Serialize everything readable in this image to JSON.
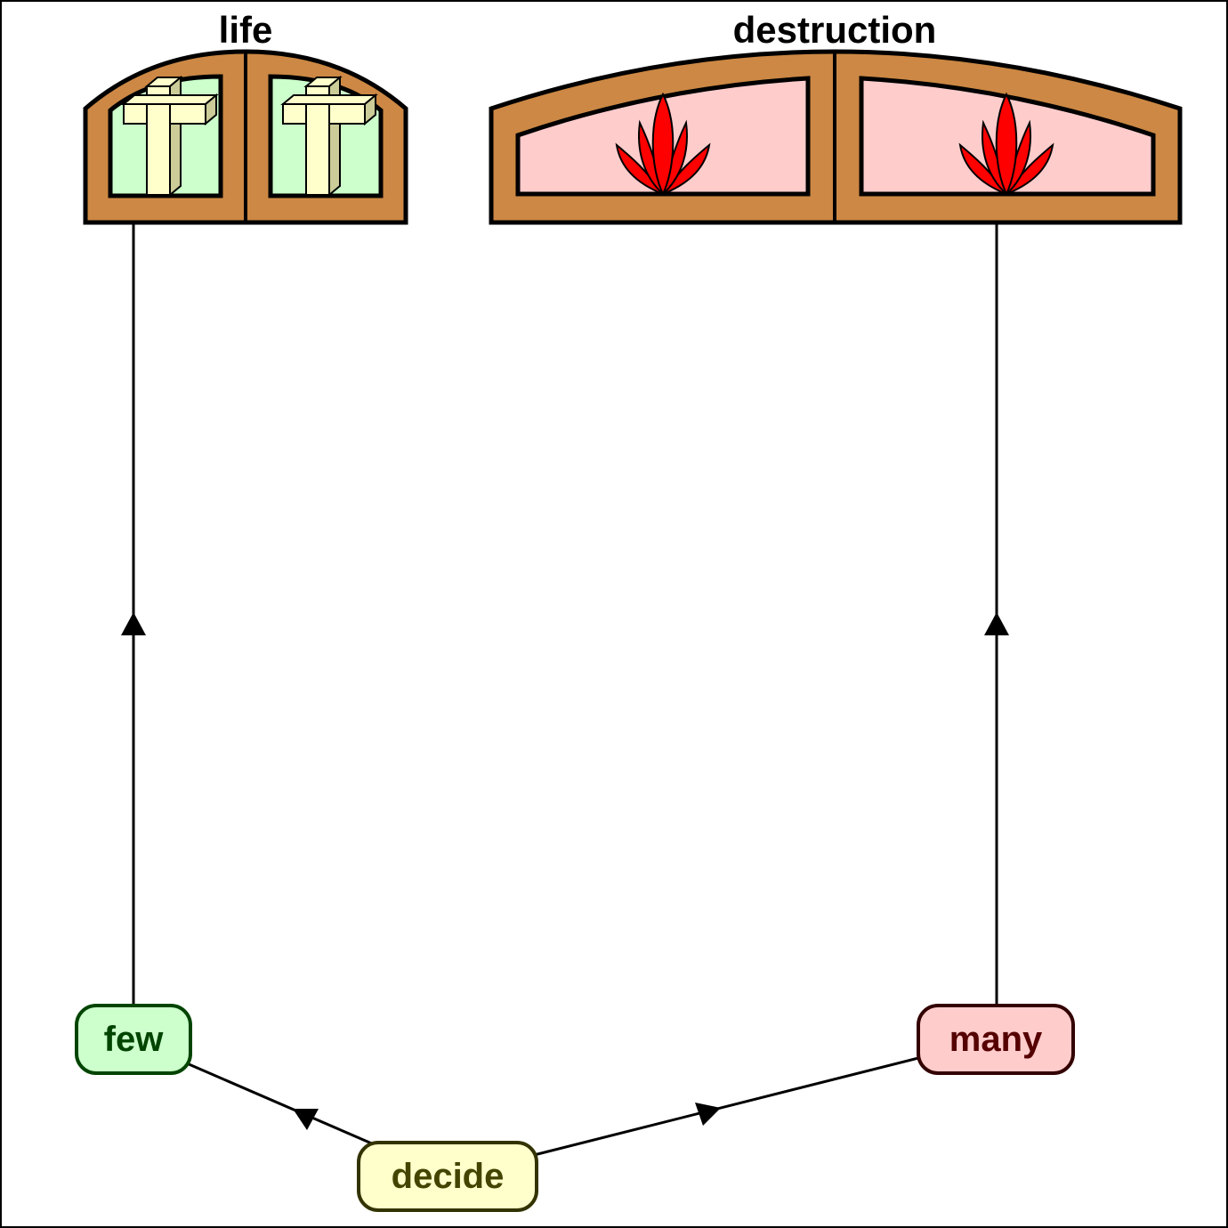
{
  "gates": {
    "life": {
      "label": "life",
      "glass_color": "#ccffcc",
      "symbol": "cross-icon"
    },
    "destruction": {
      "label": "destruction",
      "glass_color": "#ffcccc",
      "symbol": "flame-icon"
    }
  },
  "nodes": {
    "few": {
      "label": "few",
      "fill": "#ccffcc",
      "stroke": "#004400",
      "text_color": "#004400"
    },
    "many": {
      "label": "many",
      "fill": "#ffcccc",
      "stroke": "#330000",
      "text_color": "#550000"
    },
    "decide": {
      "label": "decide",
      "fill": "#ffffcc",
      "stroke": "#333300",
      "text_color": "#444400"
    }
  },
  "edges": [
    {
      "from": "decide",
      "to": "few"
    },
    {
      "from": "decide",
      "to": "many"
    },
    {
      "from": "few",
      "to": "life"
    },
    {
      "from": "many",
      "to": "destruction"
    }
  ],
  "colors": {
    "frame_wood": "#cc8844",
    "line": "#000000",
    "cross": "#ffffcc",
    "cross_side": "#cccc99",
    "flame": "#ff0000"
  }
}
